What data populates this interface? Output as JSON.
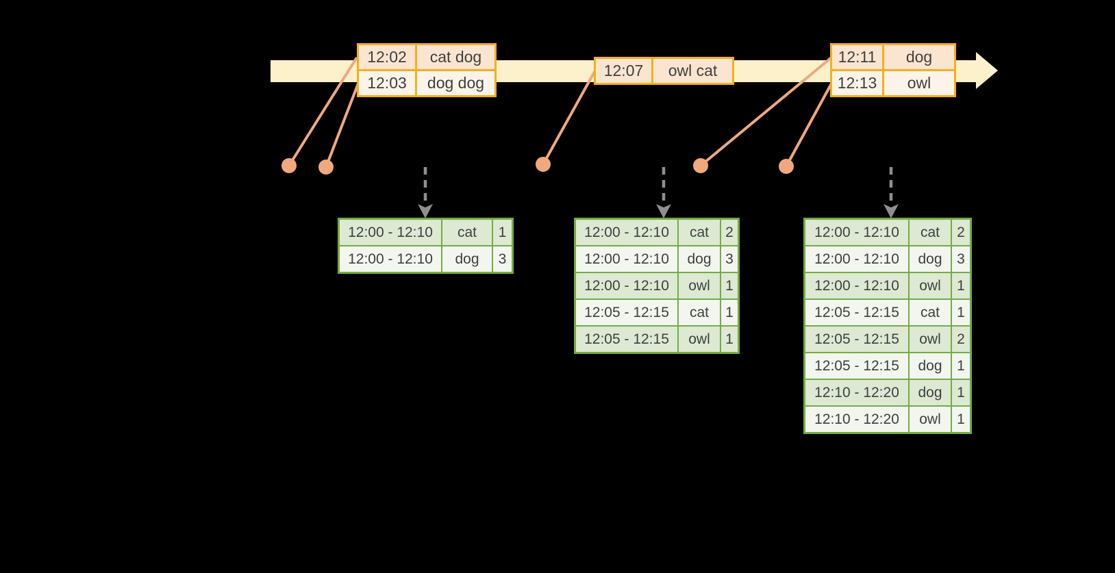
{
  "colors": {
    "background": "#000000",
    "timeline_band": "#fdf1cc",
    "event_table_border": "#f2b01a",
    "event_row_dark": "#fbe5d0",
    "event_row_light": "#fdf4e9",
    "connector_salmon": "#f0a87f",
    "result_table_border": "#73ac45",
    "result_row_dark": "#dde9d3",
    "result_row_light": "#f2f6ee",
    "trigger_arrow_gray": "#8f8f8f",
    "text": "#3f3f3f"
  },
  "event_tables": [
    {
      "rows": [
        {
          "time": "12:02",
          "words": "cat dog"
        },
        {
          "time": "12:03",
          "words": "dog dog"
        }
      ]
    },
    {
      "rows": [
        {
          "time": "12:07",
          "words": "owl cat"
        }
      ]
    },
    {
      "rows": [
        {
          "time": "12:11",
          "words": "dog"
        },
        {
          "time": "12:13",
          "words": "owl"
        }
      ]
    }
  ],
  "result_tables": [
    {
      "rows": [
        [
          "12:00 - 12:10",
          "cat",
          "1"
        ],
        [
          "12:00 - 12:10",
          "dog",
          "3"
        ]
      ]
    },
    {
      "rows": [
        [
          "12:00 - 12:10",
          "cat",
          "2"
        ],
        [
          "12:00 - 12:10",
          "dog",
          "3"
        ],
        [
          "12:00 - 12:10",
          "owl",
          "1"
        ],
        [
          "12:05 - 12:15",
          "cat",
          "1"
        ],
        [
          "12:05 - 12:15",
          "owl",
          "1"
        ]
      ]
    },
    {
      "rows": [
        [
          "12:00 - 12:10",
          "cat",
          "2"
        ],
        [
          "12:00 - 12:10",
          "dog",
          "3"
        ],
        [
          "12:00 - 12:10",
          "owl",
          "1"
        ],
        [
          "12:05 - 12:15",
          "cat",
          "1"
        ],
        [
          "12:05 - 12:15",
          "owl",
          "2"
        ],
        [
          "12:05 - 12:15",
          "dog",
          "1"
        ],
        [
          "12:10 - 12:20",
          "dog",
          "1"
        ],
        [
          "12:10 - 12:20",
          "owl",
          "1"
        ]
      ]
    }
  ]
}
